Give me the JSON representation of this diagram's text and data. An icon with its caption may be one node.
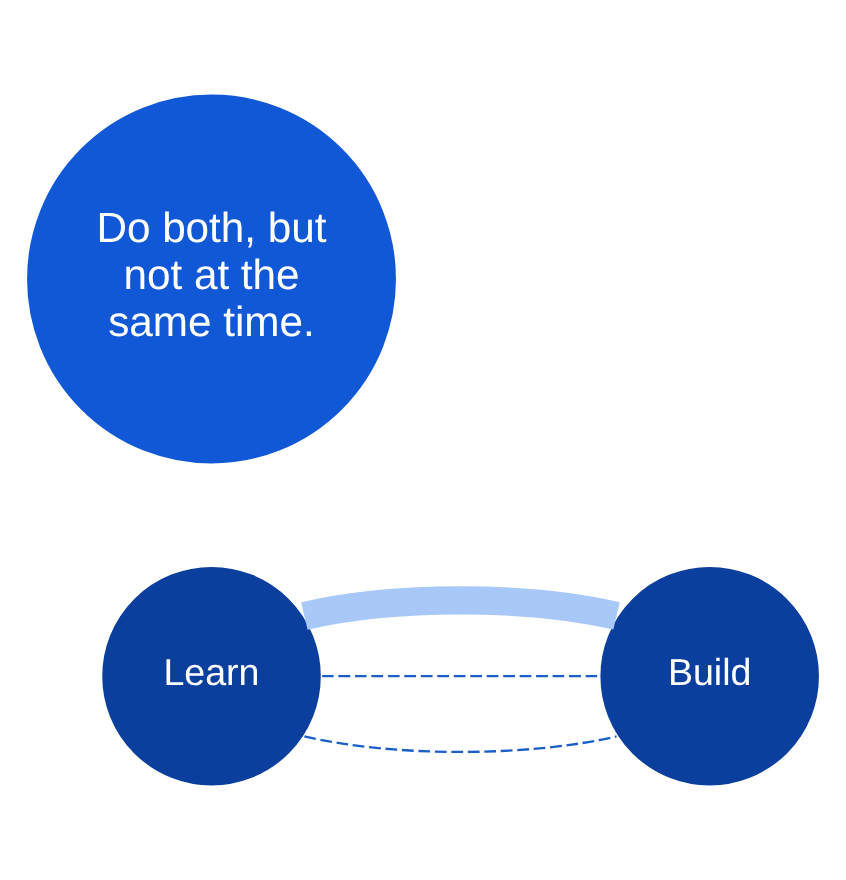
{
  "diagram": {
    "nodes": [
      {
        "text": [
          "Learn"
        ]
      },
      {
        "text": [
          "Do both, but not at the same time."
        ]
      },
      {
        "text": [
          "Build"
        ]
      }
    ],
    "edges": [
      {
        "from": 0,
        "to": 2,
        "arrow": "none",
        "style": "dashed"
      },
      {
        "from": 0,
        "to": 2,
        "arrow": "none",
        "style": "dashed"
      },
      {
        "from": 0,
        "to": 2,
        "arrow": "none",
        "style": "thick",
        "color": "#a8c8f8"
      }
    ]
  }
}
